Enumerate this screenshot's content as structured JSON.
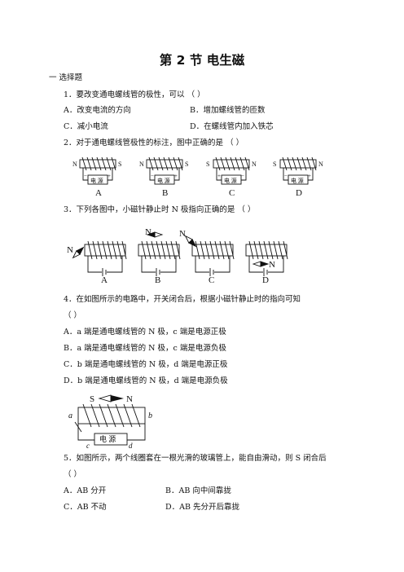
{
  "title": "第 2 节    电生磁",
  "section": "一 选择题",
  "questions": [
    {
      "stem": "1．要改变通电螺线管的极性，可以    （      ）",
      "options": [
        "A．改变电流的方向",
        "B．增加螺线管的匝数",
        "C．减小电流",
        "D．在螺线管内加入铁芯"
      ]
    },
    {
      "stem": "2．对于通电螺线管极性的标注，图中正确的是              （      ）",
      "figure": {
        "labels": [
          "A",
          "B",
          "C",
          "D"
        ],
        "power_label": "电 源",
        "poles": [
          [
            "N",
            "S"
          ],
          [
            "N",
            "S"
          ],
          [
            "S",
            "N"
          ],
          [
            "S",
            "N"
          ]
        ],
        "terminals": [
          [
            "−",
            "+"
          ],
          [
            "−",
            "+"
          ],
          [
            "+",
            "−"
          ],
          [
            "−",
            "+"
          ]
        ]
      }
    },
    {
      "stem": "3．下列各图中，小磁针静止时 N 极指向正确的是              （      ）",
      "figure": {
        "labels": [
          "A",
          "B",
          "C",
          "D"
        ],
        "needle_label": "N"
      }
    },
    {
      "stem_line1": "4．在如图所示的电路中，开关闭合后，根据小磁针静止时的指向可知",
      "stem_line2": "（      ）",
      "options": [
        "A．a 端是通电螺线管的 N 极，c 端是电源正极",
        "B．a 端是通电螺线管的 N 极，c 端是电源负极",
        "C．b 端是通电螺线管的 N 极，d 端是电源正极",
        "D．b 端是通电螺线管的 N 极，d 端是电源负极"
      ],
      "figure": {
        "needle_s": "S",
        "needle_n": "N",
        "end_a": "a",
        "end_b": "b",
        "end_c": "c",
        "end_d": "d",
        "power_label": "电 源"
      }
    },
    {
      "stem_line1": "5．如图所示，两个线圈套在一根光滑的玻璃管上，能自由滑动，则 S 闭合后",
      "stem_line2": "（      ）",
      "options": [
        "A．AB 分开",
        "B．AB 向中间靠拢",
        "C．AB 不动",
        "D．AB 先分开后靠拢"
      ]
    }
  ]
}
